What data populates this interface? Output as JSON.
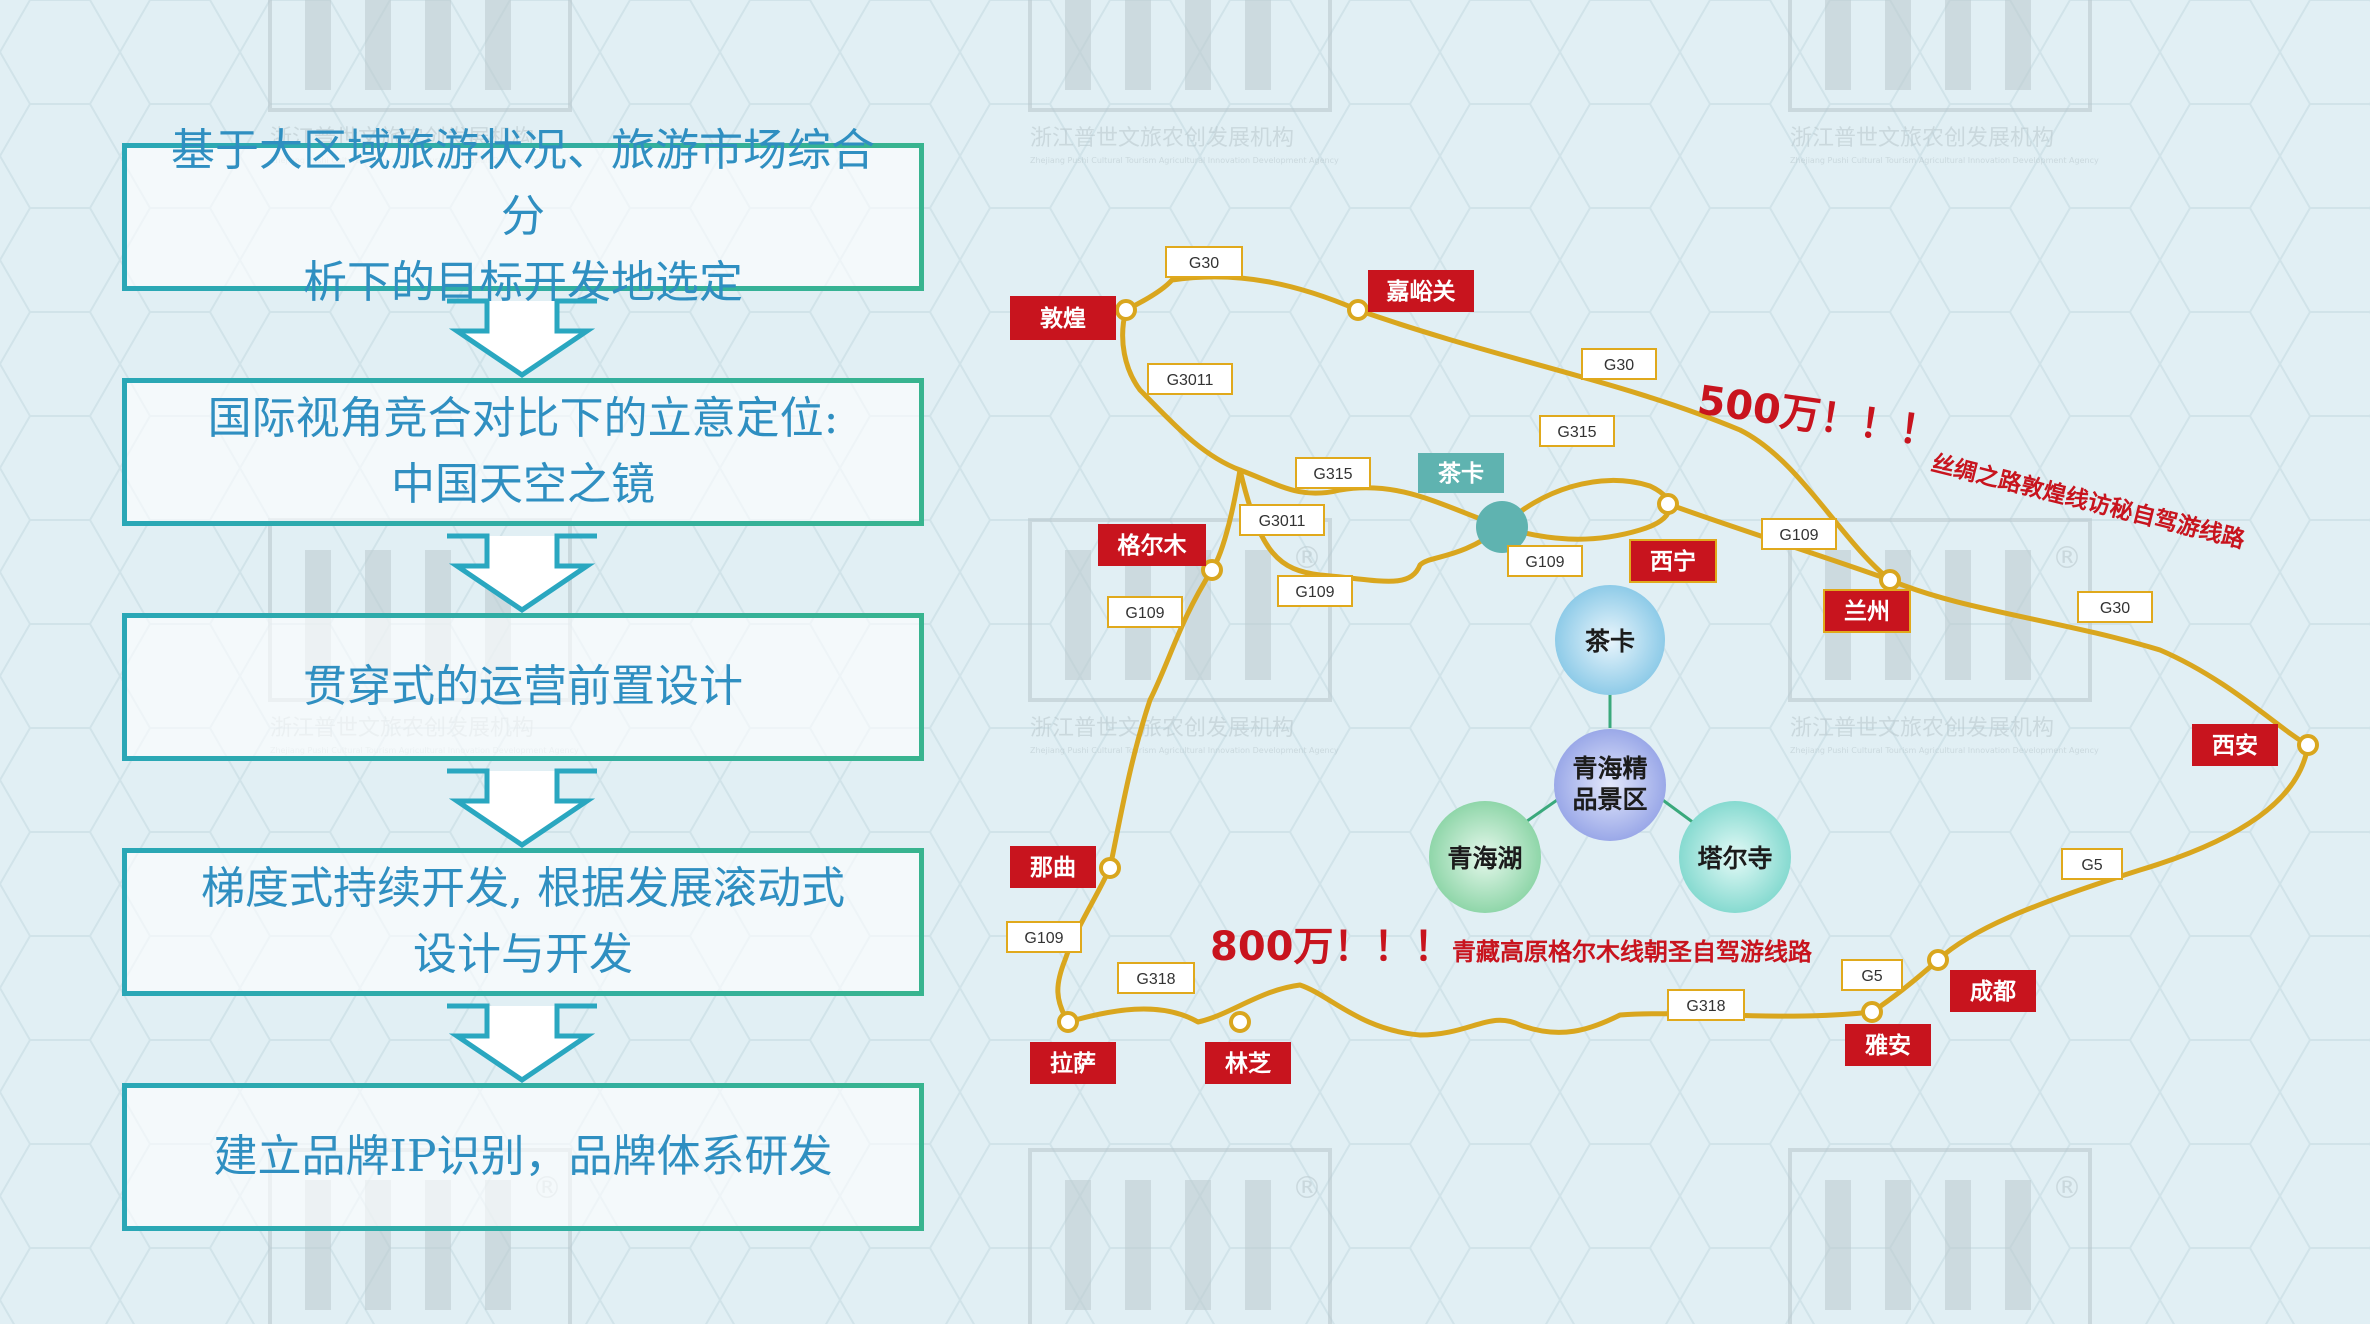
{
  "steps": [
    {
      "lines": [
        "基于大区域旅游状况、旅游市场综合分",
        "析下的目标开发地选定"
      ]
    },
    {
      "lines": [
        "国际视角竞合对比下的立意定位:",
        "中国天空之镜"
      ]
    },
    {
      "lines": [
        "贯穿式的运营前置设计"
      ]
    },
    {
      "lines": [
        "梯度式持续开发, 根据发展滚动式",
        "设计与开发"
      ]
    },
    {
      "lines": [
        "建立品牌IP识别，品牌体系研发"
      ]
    }
  ],
  "watermark": {
    "org_cn": "浙江普世文旅农创发展机构",
    "org_en": "Zhejiang Pushi Cultural Tourism Agricultural Innovation Development Agency",
    "registered": "®"
  },
  "map": {
    "cities": {
      "dunhuang": "敦煌",
      "jiayuguan": "嘉峪关",
      "chaka_top": "茶卡",
      "geermu": "格尔木",
      "xining": "西宁",
      "lanzhou": "兰州",
      "xian": "西安",
      "naqu": "那曲",
      "lasa": "拉萨",
      "linzhi": "林芝",
      "yaan": "雅安",
      "chengdu": "成都"
    },
    "roads": {
      "g30_a": "G30",
      "g3011_a": "G3011",
      "g315_a": "G315",
      "g3011_b": "G3011",
      "g109_a": "G109",
      "g109_b": "G109",
      "g30_b": "G30",
      "g315_b": "G315",
      "g109_c": "G109",
      "g109_d": "G109",
      "g30_c": "G30",
      "g5_a": "G5",
      "g5_b": "G5",
      "g109_e": "G109",
      "g318_a": "G318",
      "g318_b": "G318"
    },
    "circles": {
      "chaka": "茶卡",
      "center": [
        "青海精",
        "品景区"
      ],
      "qinghaihu": "青海湖",
      "taersi": "塔尔寺"
    },
    "callouts": {
      "silk_number": "500万！！！",
      "silk_route": "丝绸之路敦煌线访秘自驾游线路",
      "tibet_number": "800万！！！",
      "tibet_route": "青藏高原格尔木线朝圣自驾游线路"
    },
    "colors": {
      "route": "#d9a61e",
      "city_fill": "#c8141e",
      "chaka_label": "#5fb3b0",
      "callout_text": "#c8141e",
      "road_label_border": "#e0a91c"
    }
  }
}
